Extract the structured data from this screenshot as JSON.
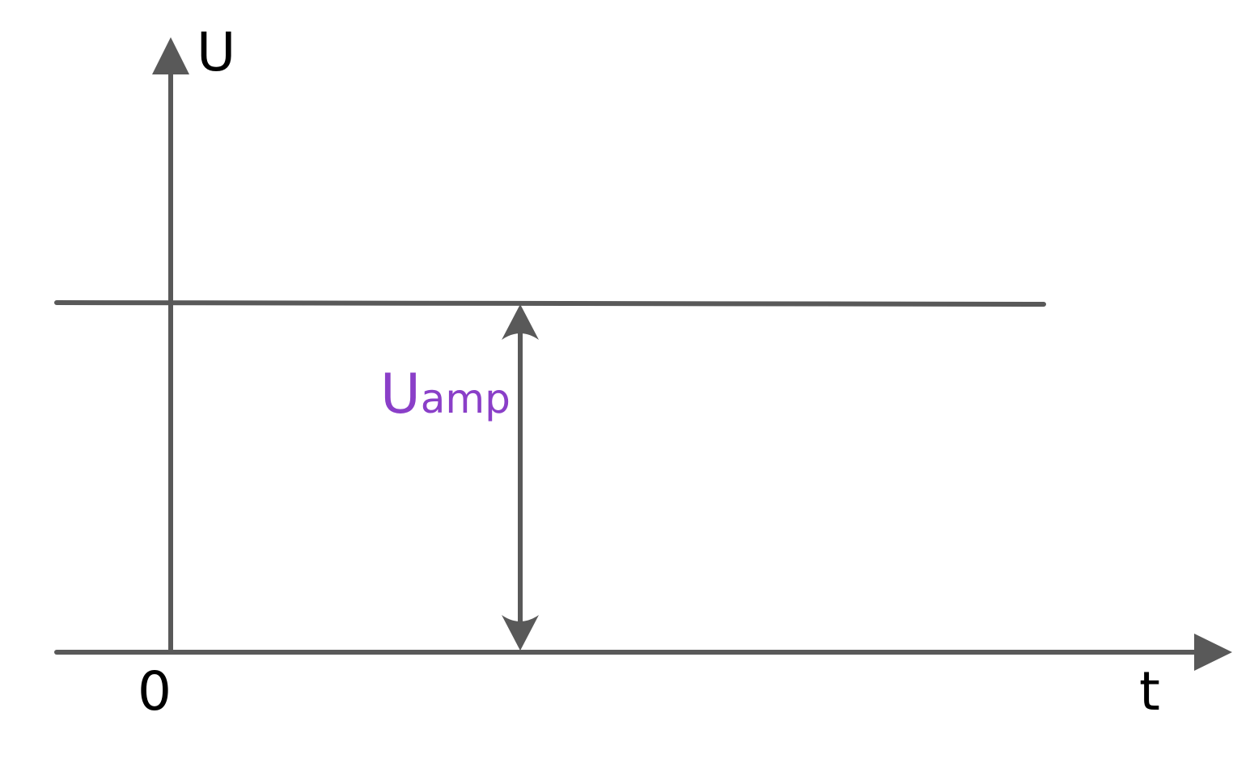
{
  "labels": {
    "y_axis": "U",
    "x_axis": "t",
    "origin": "0",
    "amplitude_main": "U",
    "amplitude_sub": "amp"
  },
  "colors": {
    "line": "#595959",
    "text": "#000000",
    "amplitude_label": "#8A3FC8"
  }
}
